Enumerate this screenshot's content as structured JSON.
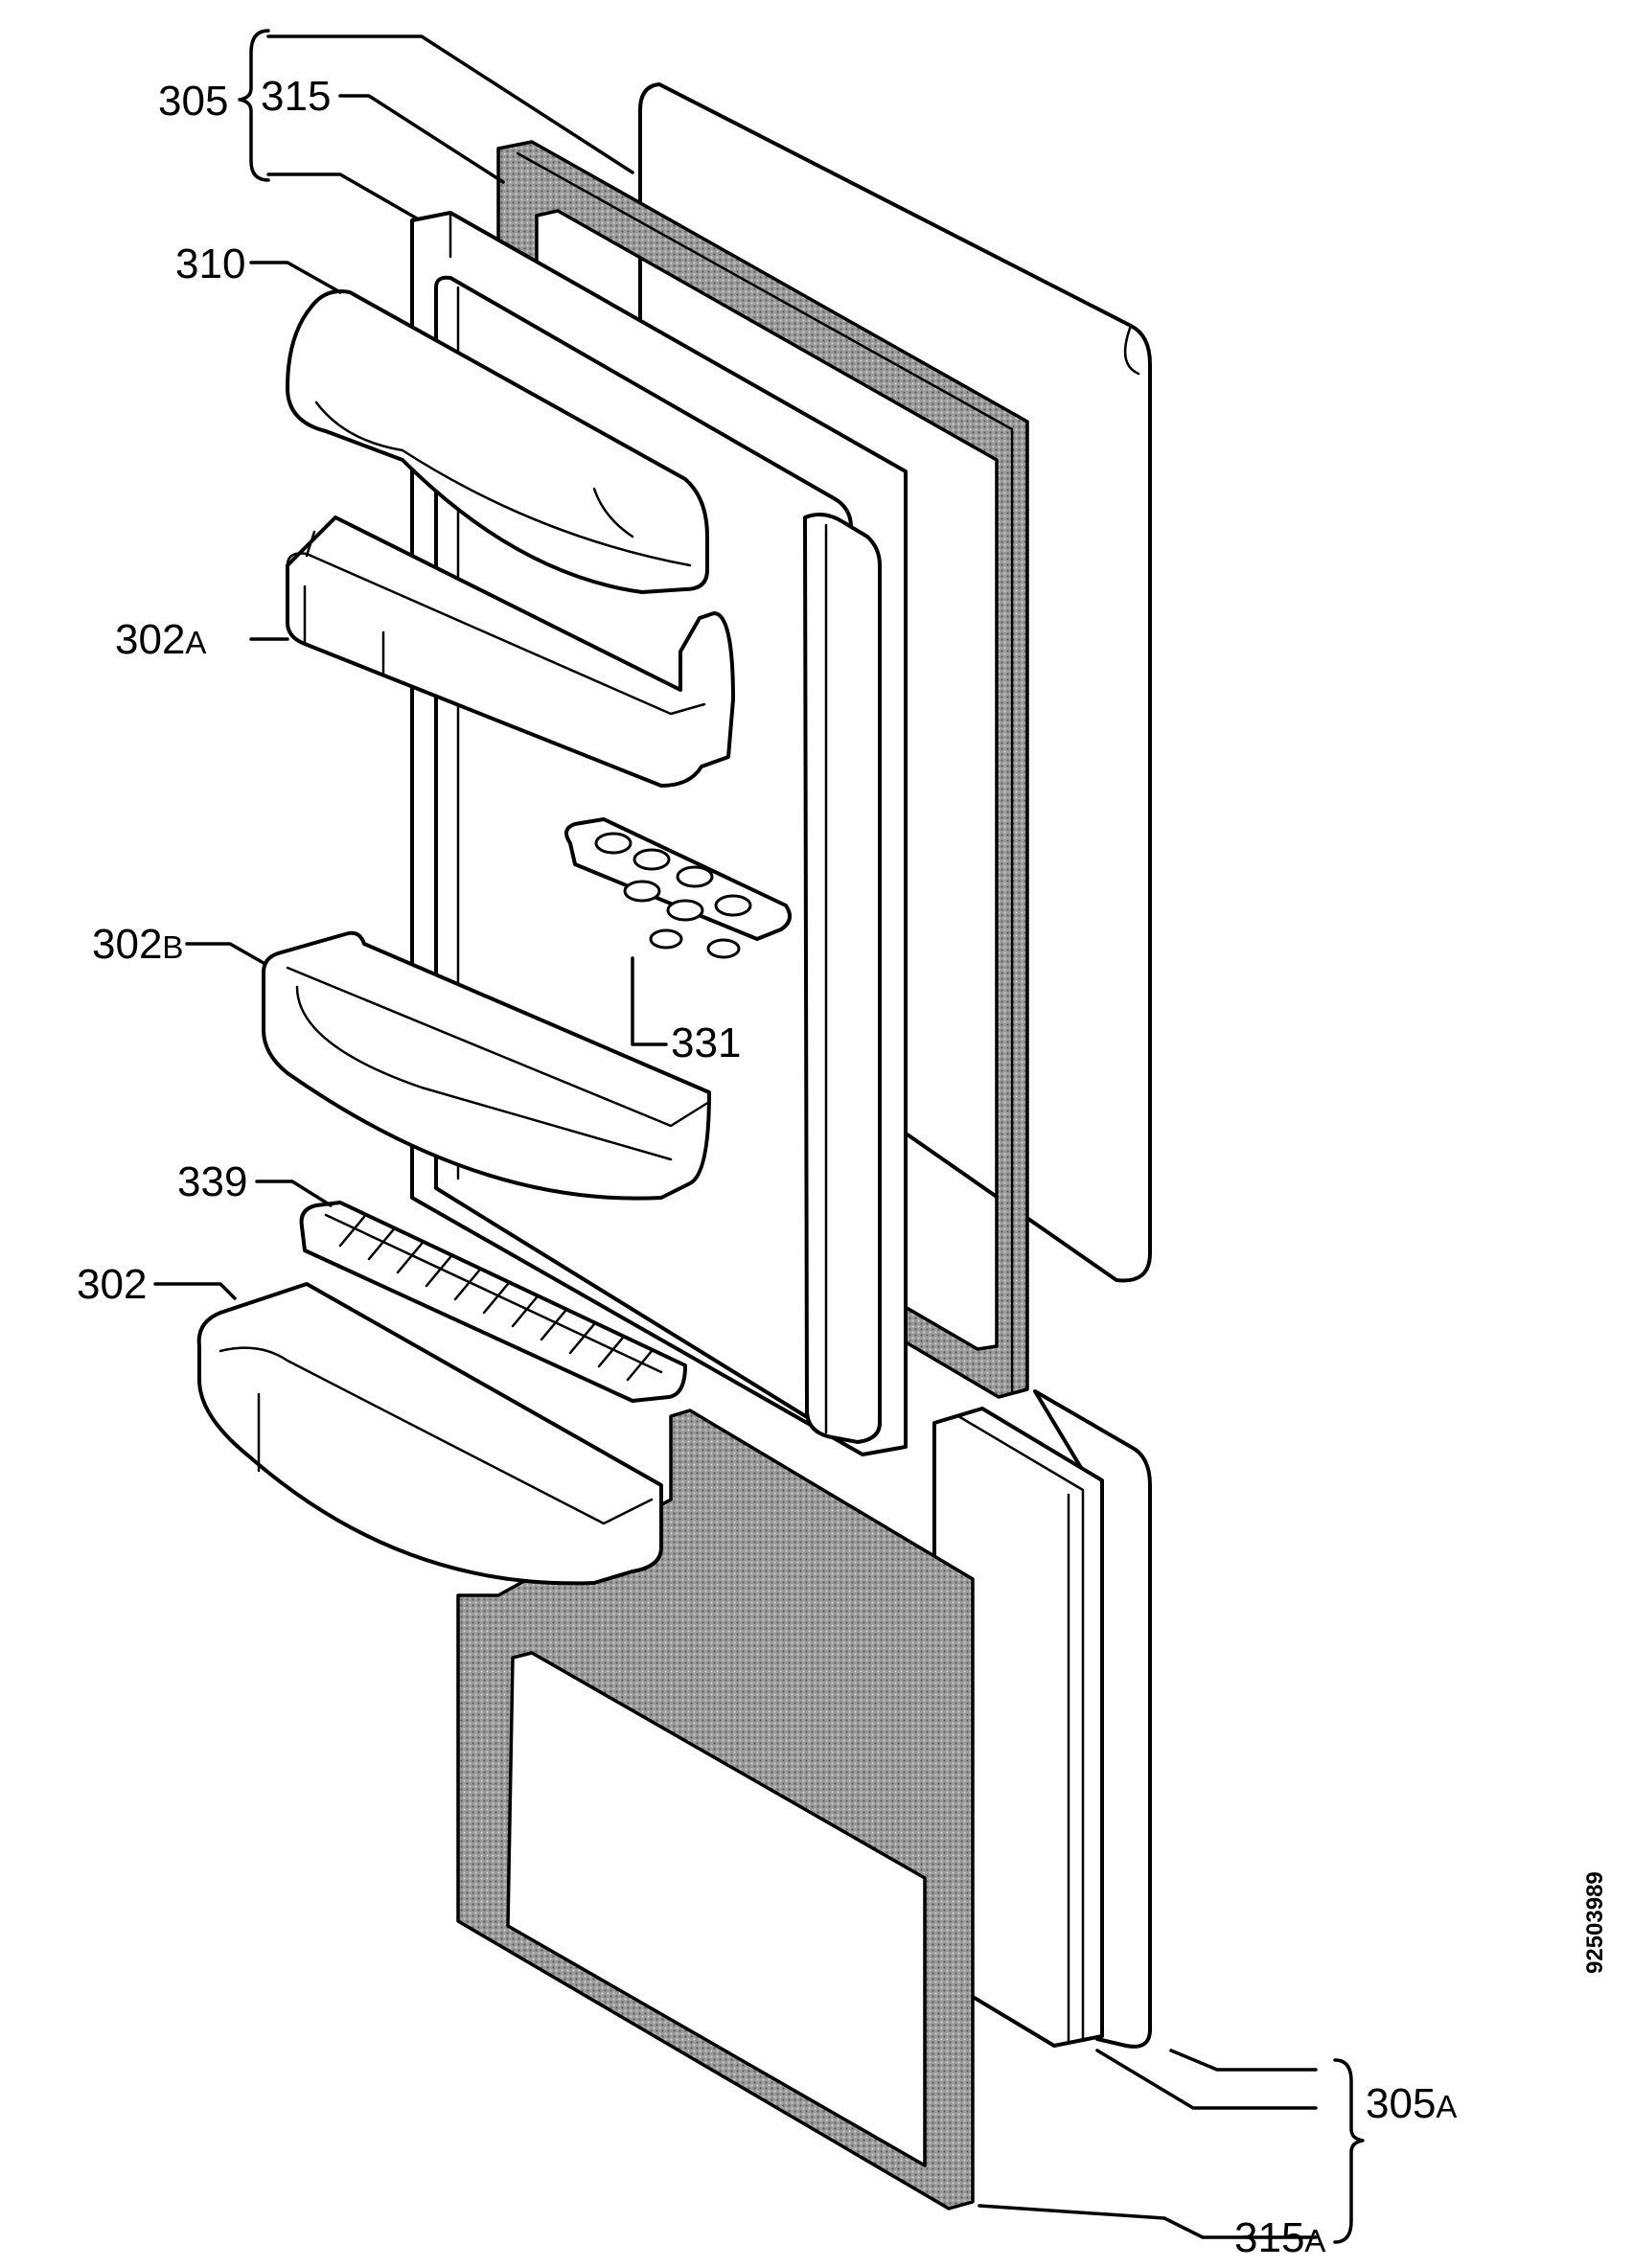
{
  "diagram": {
    "document_code": "92503989",
    "labels": [
      {
        "id": "305",
        "text": "305",
        "sub": ""
      },
      {
        "id": "315",
        "text": "315",
        "sub": ""
      },
      {
        "id": "310",
        "text": "310",
        "sub": ""
      },
      {
        "id": "302a",
        "text": "302",
        "sub": "A"
      },
      {
        "id": "302b",
        "text": "302",
        "sub": "B"
      },
      {
        "id": "331",
        "text": "331",
        "sub": ""
      },
      {
        "id": "339",
        "text": "339",
        "sub": ""
      },
      {
        "id": "302",
        "text": "302",
        "sub": ""
      },
      {
        "id": "305a",
        "text": "305",
        "sub": "A"
      },
      {
        "id": "315a",
        "text": "315",
        "sub": "A"
      }
    ]
  }
}
